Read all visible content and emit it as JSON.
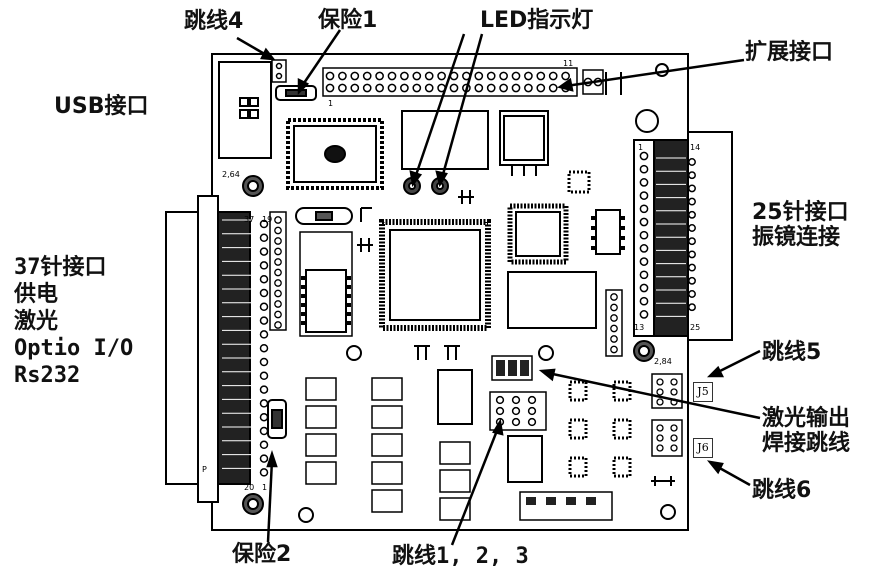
{
  "labels": {
    "jumper4": "跳线4",
    "fuse1": "保险1",
    "led": "LED指示灯",
    "expansion": "扩展接口",
    "usb": "USB接口",
    "pin25": [
      "25针接口",
      "振镜连接"
    ],
    "pin37": [
      "37针接口",
      "供电",
      "激光",
      "Optio I/O",
      "Rs232"
    ],
    "jumper5": "跳线5",
    "laser_out": [
      "激光输出",
      "焊接跳线"
    ],
    "jumper6": "跳线6",
    "fuse2": "保险2",
    "jumper123": "跳线1, 2, 3"
  },
  "board_text": {
    "j5": "J5",
    "j6": "J6",
    "corner_tl": "2,64",
    "corner_br": "2,84",
    "pin37_top": "37",
    "pin37_19": "19",
    "pin37_bottom": "20",
    "pin37_1": "1",
    "pin25_top": "1",
    "pin25_14": "14",
    "pin25_13": "13",
    "pin25_25": "25",
    "p": "P",
    "header_1": "1",
    "header_11": "11"
  }
}
